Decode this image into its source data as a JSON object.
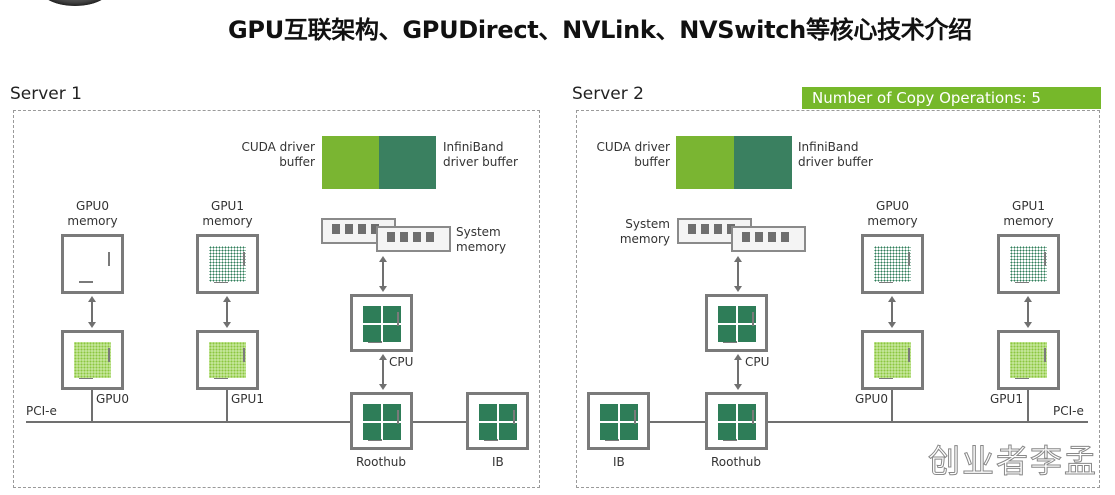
{
  "title": "GPU互联架构、GPUDirect、NVLink、NVSwitch等核心技术介绍",
  "watermark": "创业者李孟",
  "colors": {
    "cuda_buffer": "#7ab532",
    "ib_buffer": "#3a8060",
    "chip_green": "#2e7d58",
    "badge": "#76b82a"
  },
  "server1": {
    "label": "Server 1",
    "cuda_buffer": [
      "CUDA driver",
      "buffer"
    ],
    "ib_buffer": [
      "InfiniBand",
      "driver buffer"
    ],
    "gpu0_memory": [
      "GPU0",
      "memory"
    ],
    "gpu1_memory": [
      "GPU1",
      "memory"
    ],
    "system_memory": [
      "System",
      "memory"
    ],
    "gpu0": "GPU0",
    "gpu1": "GPU1",
    "cpu": "CPU",
    "roothub": "Roothub",
    "ib": "IB",
    "bus": "PCI-e"
  },
  "server2": {
    "label": "Server 2",
    "badge": "Number of Copy Operations: 5",
    "cuda_buffer": [
      "CUDA driver",
      "buffer"
    ],
    "ib_buffer": [
      "InfiniBand",
      "driver buffer"
    ],
    "gpu0_memory": [
      "GPU0",
      "memory"
    ],
    "gpu1_memory": [
      "GPU1",
      "memory"
    ],
    "system_memory": [
      "System",
      "memory"
    ],
    "gpu0": "GPU0",
    "gpu1": "GPU1",
    "cpu": "CPU",
    "roothub": "Roothub",
    "ib": "IB",
    "bus": "PCI-e"
  }
}
